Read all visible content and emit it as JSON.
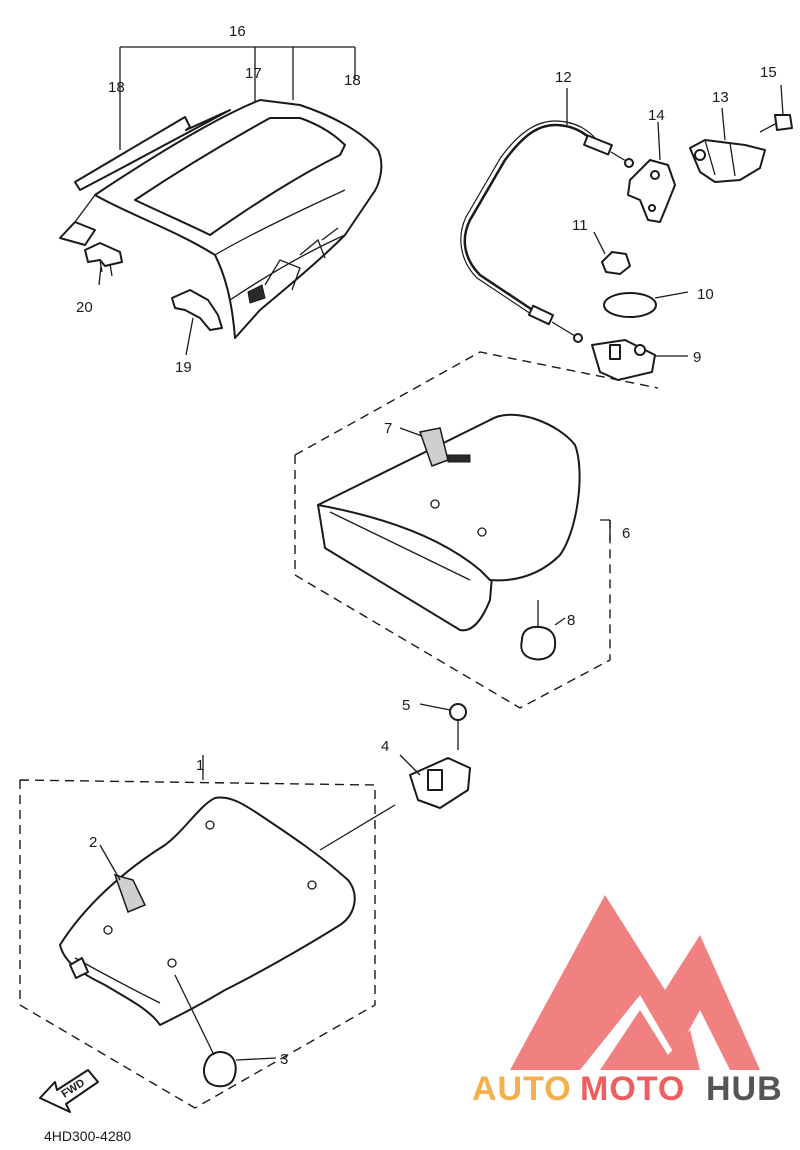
{
  "diagram": {
    "callouts": {
      "p1": "1",
      "p2": "2",
      "p3": "3",
      "p4": "4",
      "p5": "5",
      "p6": "6",
      "p7": "7",
      "p8": "8",
      "p9": "9",
      "p10": "10",
      "p11": "11",
      "p12": "12",
      "p13": "13",
      "p14": "14",
      "p15": "15",
      "p16": "16",
      "p17": "17",
      "p18a": "18",
      "p18b": "18",
      "p19": "19",
      "p20": "20"
    },
    "fwd_label": "FWD",
    "diagram_code": "4HD300-4280"
  },
  "watermark": {
    "brand_part1": "AUTO",
    "brand_part2": "MOTO",
    "brand_part3": "HUB",
    "colors": {
      "auto": "#f5b04a",
      "moto": "#ef5d5d",
      "hub": "#555555",
      "logo": "#ef6b6b"
    }
  }
}
